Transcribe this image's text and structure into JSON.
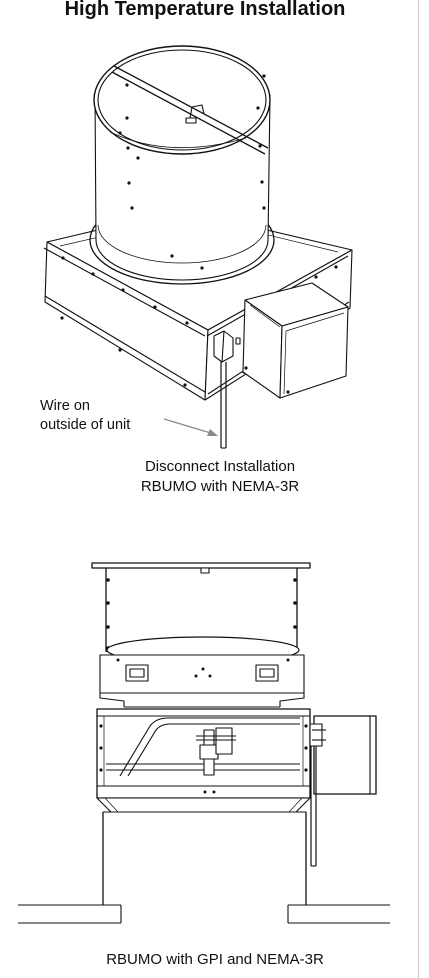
{
  "page": {
    "title": "High Temperature Installation"
  },
  "figure1": {
    "callout_line1": "Wire on",
    "callout_line2": "outside of unit",
    "caption_line1": "Disconnect Installation",
    "caption_line2": "RBUMO with NEMA-3R"
  },
  "figure2": {
    "caption": "RBUMO with GPI and NEMA-3R"
  },
  "colors": {
    "line": "#111111",
    "callout_arrow": "#8a8a8a",
    "divider": "#c9c9c9"
  }
}
